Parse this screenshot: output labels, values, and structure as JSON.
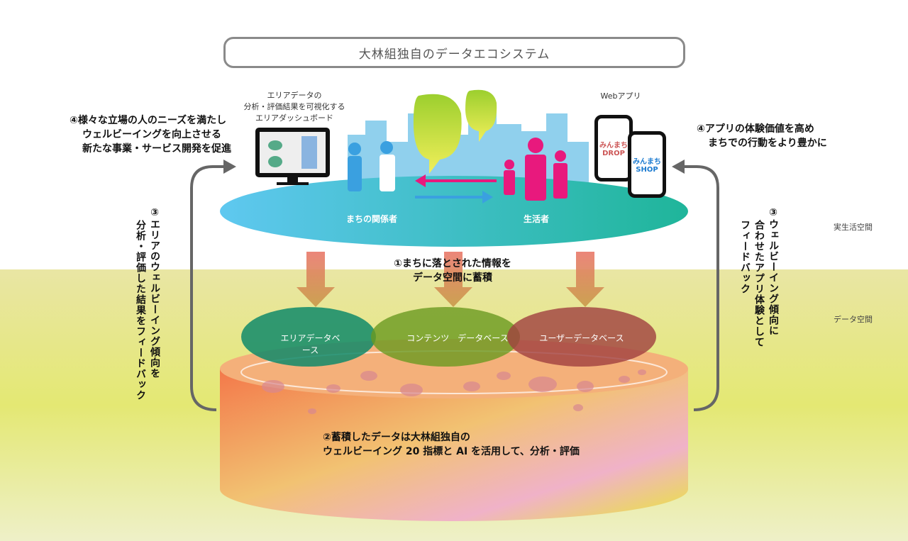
{
  "title": "大林組独自のデータエコシステム",
  "dashboard": {
    "caption_line1": "エリアデータの",
    "caption_line2": "分析・評価結果を可視化する",
    "caption_line3": "エリアダッシュボード"
  },
  "webapp": {
    "caption": "Webアプリ",
    "app1": "みんまち DROP",
    "app2": "みんまち SHOP"
  },
  "step4_left": {
    "line1": "④様々な立場の人のニーズを満たし",
    "line2": "ウェルビーイングを向上させる",
    "line3": "新たな事業・サービス開発を促進"
  },
  "step4_right": {
    "line1": "④アプリの体験価値を高め",
    "line2": "まちでの行動をより豊かに"
  },
  "step3_left": {
    "line1": "③エリアのウェルビーイング傾向を",
    "line2": "分析・評価した結果をフィードバック"
  },
  "step3_right": {
    "line1": "③ウェルビーイング傾向に",
    "line2": "合わせたアプリ体験として",
    "line3": "フィードバック"
  },
  "step1": {
    "line1": "①まちに落とされた情報を",
    "line2": "データ空間に蓄積"
  },
  "step2": {
    "line1": "②蓄積したデータは大林組独自の",
    "line2": "ウェルビーイング 20 指標と AI を活用して、分析・評価"
  },
  "platform": {
    "stakeholders": "まちの関係者",
    "residents": "生活者"
  },
  "databases": [
    "エリアデータベース",
    "コンテンツ　データベース",
    "ユーザーデータベース"
  ],
  "spaces": {
    "real": "実生活空間",
    "data": "データ空間"
  },
  "colors": {
    "platform_left": "#5fc8f0",
    "platform_right": "#1fb59a",
    "arrow": "#666666",
    "pink": "#e8197d"
  }
}
